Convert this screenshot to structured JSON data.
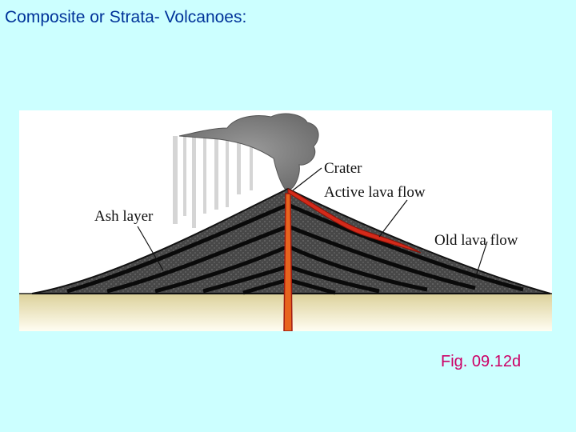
{
  "slide": {
    "title": "Composite or Strata- Volcanoes:",
    "figure_ref": "Fig. 09.12d"
  },
  "diagram": {
    "labels": {
      "crater": "Crater",
      "active_lava_flow": "Active lava flow",
      "ash_layer": "Ash layer",
      "old_lava_flow": "Old lava flow"
    },
    "colors": {
      "background": "#ccffff",
      "title": "#003399",
      "figure_ref": "#cc0066",
      "lava": "#d42a1a",
      "ground": "#e6dcae",
      "volcano": "#3a3a3a"
    }
  }
}
